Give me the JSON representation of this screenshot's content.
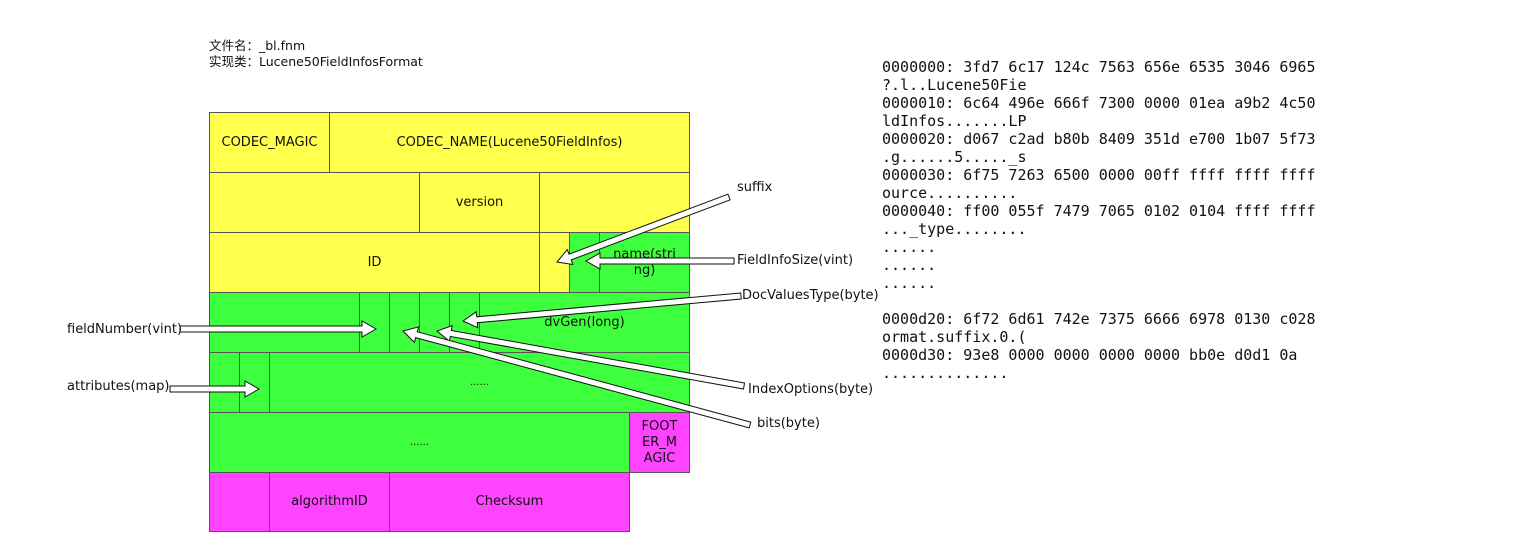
{
  "header": {
    "file_name": "文件名：_bl.fnm",
    "impl_class": "实现类：Lucene50FieldInfosFormat"
  },
  "blocks": {
    "codec_magic": "CODEC_MAGIC",
    "codec_name": "CODEC_NAME(Lucene50FieldInfos)",
    "version": "version",
    "id": "ID",
    "name_string": "name(string)",
    "dv_gen": "dvGen(long)",
    "ellipsis_attrs": "......",
    "ellipsis_footer": "......",
    "footer_magic": "FOOTER_MAGIC",
    "algorithm_id": "algorithmID",
    "checksum": "Checksum"
  },
  "labels": {
    "suffix": "suffix",
    "field_info_size": "FieldInfoSize(vint)",
    "doc_values_type": "DocValuesType(byte)",
    "field_number": "fieldNumber(vint)",
    "attributes": "attributes(map)",
    "index_options": "IndexOptions(byte)",
    "bits": "bits(byte)"
  },
  "colors": {
    "yellow": "#ffff4d",
    "green": "#3dff3d",
    "magenta": "#ff44ff"
  },
  "hexdump": [
    "0000000: 3fd7 6c17 124c 7563 656e 6535 3046 6965",
    "?.l..Lucene50Fie",
    "0000010: 6c64 496e 666f 7300 0000 01ea a9b2 4c50",
    "ldInfos.......LP",
    "0000020: d067 c2ad b80b 8409 351d e700 1b07 5f73",
    ".g......5....._s",
    "0000030: 6f75 7263 6500 0000 00ff ffff ffff ffff",
    "ource..........",
    "0000040: ff00 055f 7479 7065 0102 0104 ffff ffff",
    "..._type........",
    "......",
    "......",
    "......",
    "",
    "0000d20: 6f72 6d61 742e 7375 6666 6978 0130 c028",
    "ormat.suffix.0.(",
    "0000d30: 93e8 0000 0000 0000 0000 bb0e d0d1 0a",
    ".............."
  ]
}
